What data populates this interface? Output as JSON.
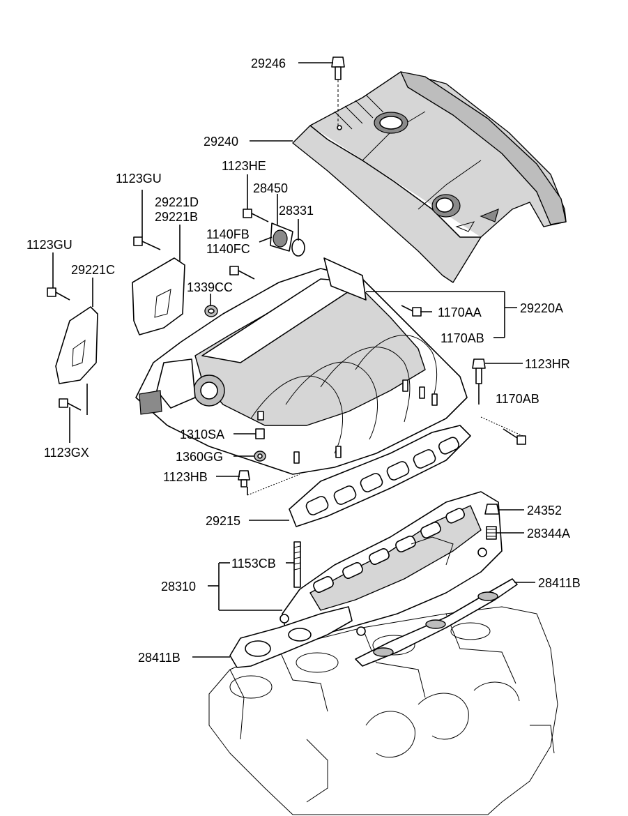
{
  "labels": {
    "p29246": "29246",
    "p29240": "29240",
    "p1123GU_a": "1123GU",
    "p29221D": "29221D",
    "p29221B": "29221B",
    "p1123HE": "1123HE",
    "p28450": "28450",
    "p28331": "28331",
    "p1140FB": "1140FB",
    "p1140FC": "1140FC",
    "p1123GU_b": "1123GU",
    "p29221C": "29221C",
    "p1339CC": "1339CC",
    "p1170AA": "1170AA",
    "p29220A": "29220A",
    "p1170AB_a": "1170AB",
    "p1123HR": "1123HR",
    "p1170AB_b": "1170AB",
    "p1123GX": "1123GX",
    "p1310SA": "1310SA",
    "p1360GG": "1360GG",
    "p1123HB": "1123HB",
    "p24352": "24352",
    "p28344A": "28344A",
    "p29215": "29215",
    "p1153CB": "1153CB",
    "p28310": "28310",
    "p28411B_a": "28411B",
    "p28411B_b": "28411B"
  }
}
